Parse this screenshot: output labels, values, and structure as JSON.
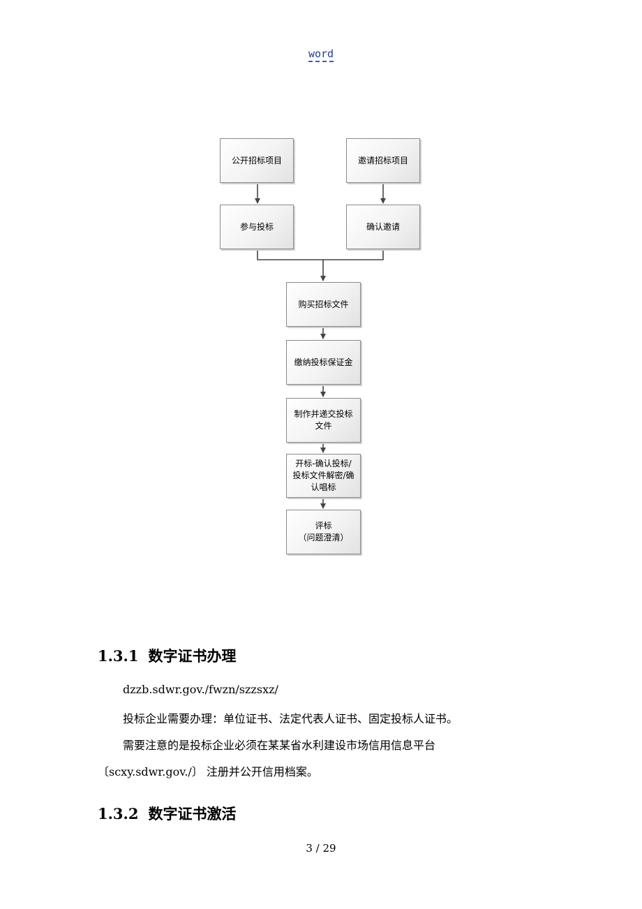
{
  "header": {
    "label": "word"
  },
  "flowchart": {
    "nodes": {
      "public_project": "公开招标项目",
      "invite_project": "邀请招标项目",
      "participate": "参与投标",
      "confirm_invite": "确认邀请",
      "buy_docs": "购买招标文件",
      "pay_deposit": "缴纳投标保证金",
      "make_submit": "制作并递交投标\n文件",
      "open_bid": "开标-确认投标/\n投标文件解密/确\n认唱标",
      "evaluate": "评标\n（问题澄清）"
    }
  },
  "sections": [
    {
      "number": "1.3.1",
      "title": "数字证书办理",
      "paragraphs": [
        "dzzb.sdwr.gov./fwzn/szzsxz/",
        "投标企业需要办理：单位证书、法定代表人证书、固定投标人证书。",
        "需要注意的是投标企业必须在某某省水利建设市场信用信息平台",
        "〔scxy.sdwr.gov./〕 注册并公开信用档案。"
      ]
    },
    {
      "number": "1.3.2",
      "title": "数字证书激活"
    }
  ],
  "footer": {
    "page": "3  / 29"
  }
}
